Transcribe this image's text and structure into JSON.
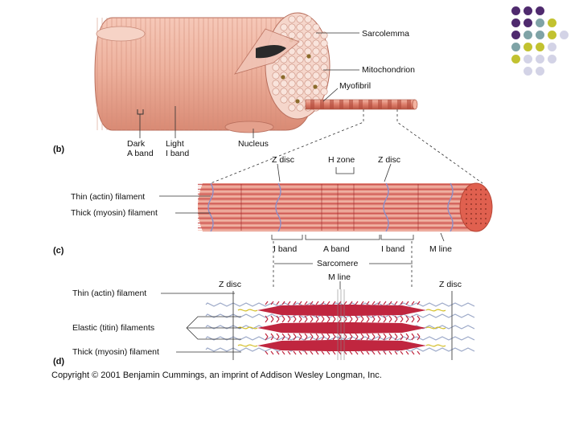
{
  "palette": {
    "purple": "#4f2a6e",
    "teal": "#7fa3a6",
    "olive": "#c2c230",
    "lavender": "#d3d3e6",
    "muscle": "#e9a793",
    "muscle_dark": "#c96f5c",
    "myosin": "#c0263f"
  },
  "corner_dots": [
    [
      "purple",
      "purple",
      "purple",
      null,
      null
    ],
    [
      "purple",
      "purple",
      "teal",
      "olive",
      null
    ],
    [
      "purple",
      "teal",
      "teal",
      "olive",
      "lavender"
    ],
    [
      "teal",
      "olive",
      "olive",
      "lavender",
      null
    ],
    [
      "olive",
      "lavender",
      "lavender",
      "lavender",
      null
    ],
    [
      null,
      "lavender",
      "lavender",
      null,
      null
    ]
  ],
  "panel_b": {
    "letter": "(b)",
    "labels": {
      "sarcolemma": "Sarcolemma",
      "mitochondrion": "Mitochondrion",
      "myofibril": "Myofibril",
      "dark_band_1": "Dark",
      "dark_band_2": "A band",
      "light_band_1": "Light",
      "light_band_2": "I band",
      "nucleus": "Nucleus"
    }
  },
  "panel_c": {
    "letter": "(c)",
    "labels": {
      "z_disc_left": "Z disc",
      "h_zone": "H zone",
      "z_disc_right": "Z disc",
      "thin_filament": "Thin (actin) filament",
      "thick_filament": "Thick (myosin) filament",
      "i_band_left": "I band",
      "a_band": "A band",
      "i_band_right": "I band",
      "m_line": "M line",
      "sarcomere": "Sarcomere"
    }
  },
  "panel_d": {
    "letter": "(d)",
    "labels": {
      "m_line": "M line",
      "z_disc_left": "Z disc",
      "z_disc_right": "Z disc",
      "thin_filament": "Thin (actin) filament",
      "elastic_filaments": "Elastic (titin) filaments",
      "thick_filament": "Thick (myosin) filament"
    }
  },
  "copyright": "Copyright © 2001 Benjamin Cummings, an imprint of Addison Wesley Longman, Inc."
}
